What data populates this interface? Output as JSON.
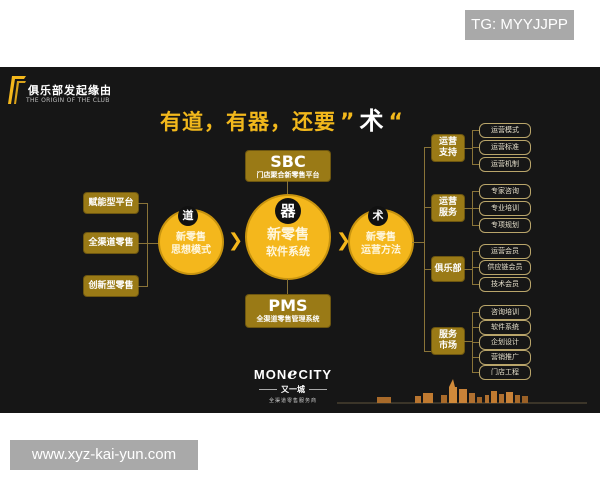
{
  "watermarks": {
    "top_right": "TG: MYYJJPP",
    "bottom_left": "www.xyz-kai-yun.com"
  },
  "poster": {
    "logo": {
      "title_cn": "俱乐部发起缘由",
      "title_en": "THE ORIGIN OF THE CLUB"
    },
    "headline": {
      "part1": "有道，有器，还要",
      "open_quote": "”",
      "keyword": "术",
      "close_quote": "“"
    },
    "left_branch": {
      "items": [
        "赋能型平台",
        "全渠道零售",
        "创新型零售"
      ]
    },
    "dao": {
      "tag": "道",
      "line1": "新零售",
      "line2": "思想模式"
    },
    "qi": {
      "tag": "器",
      "line1": "新零售",
      "line2": "软件系统"
    },
    "shu": {
      "tag": "术",
      "line1": "新零售",
      "line2": "运营方法"
    },
    "sbc": {
      "title": "SBC",
      "subtitle": "门店聚合新零售平台"
    },
    "pms": {
      "title": "PMS",
      "subtitle": "全渠道零售管理系统"
    },
    "arrows": {
      "glyph": "❯"
    },
    "right_branch": [
      {
        "category": "运营\n支持",
        "line1": "运营",
        "line2": "支持",
        "items": [
          "运营模式",
          "运营标准",
          "运营机制"
        ]
      },
      {
        "category": "运营\n服务",
        "line1": "运营",
        "line2": "服务",
        "items": [
          "专家咨询",
          "专业培训",
          "专项规划"
        ]
      },
      {
        "category": "俱乐部",
        "line1": "俱乐部",
        "line2": "",
        "items": [
          "运营会员",
          "供应链会员",
          "技术会员"
        ]
      },
      {
        "category": "服务\n市场",
        "line1": "服务",
        "line2": "市场",
        "items": [
          "咨询培训",
          "软件系统",
          "企划设计",
          "营销推广",
          "门店工程"
        ]
      }
    ],
    "brand": {
      "mon": "MON",
      "e": "e",
      "city": "CITY",
      "cn": "又一城",
      "sub": "全渠道零售服务商"
    },
    "colors": {
      "background": "#161616",
      "gold": "#f4b71c",
      "dark_gold": "#9a7a16",
      "headline": "#f2b81c"
    }
  }
}
